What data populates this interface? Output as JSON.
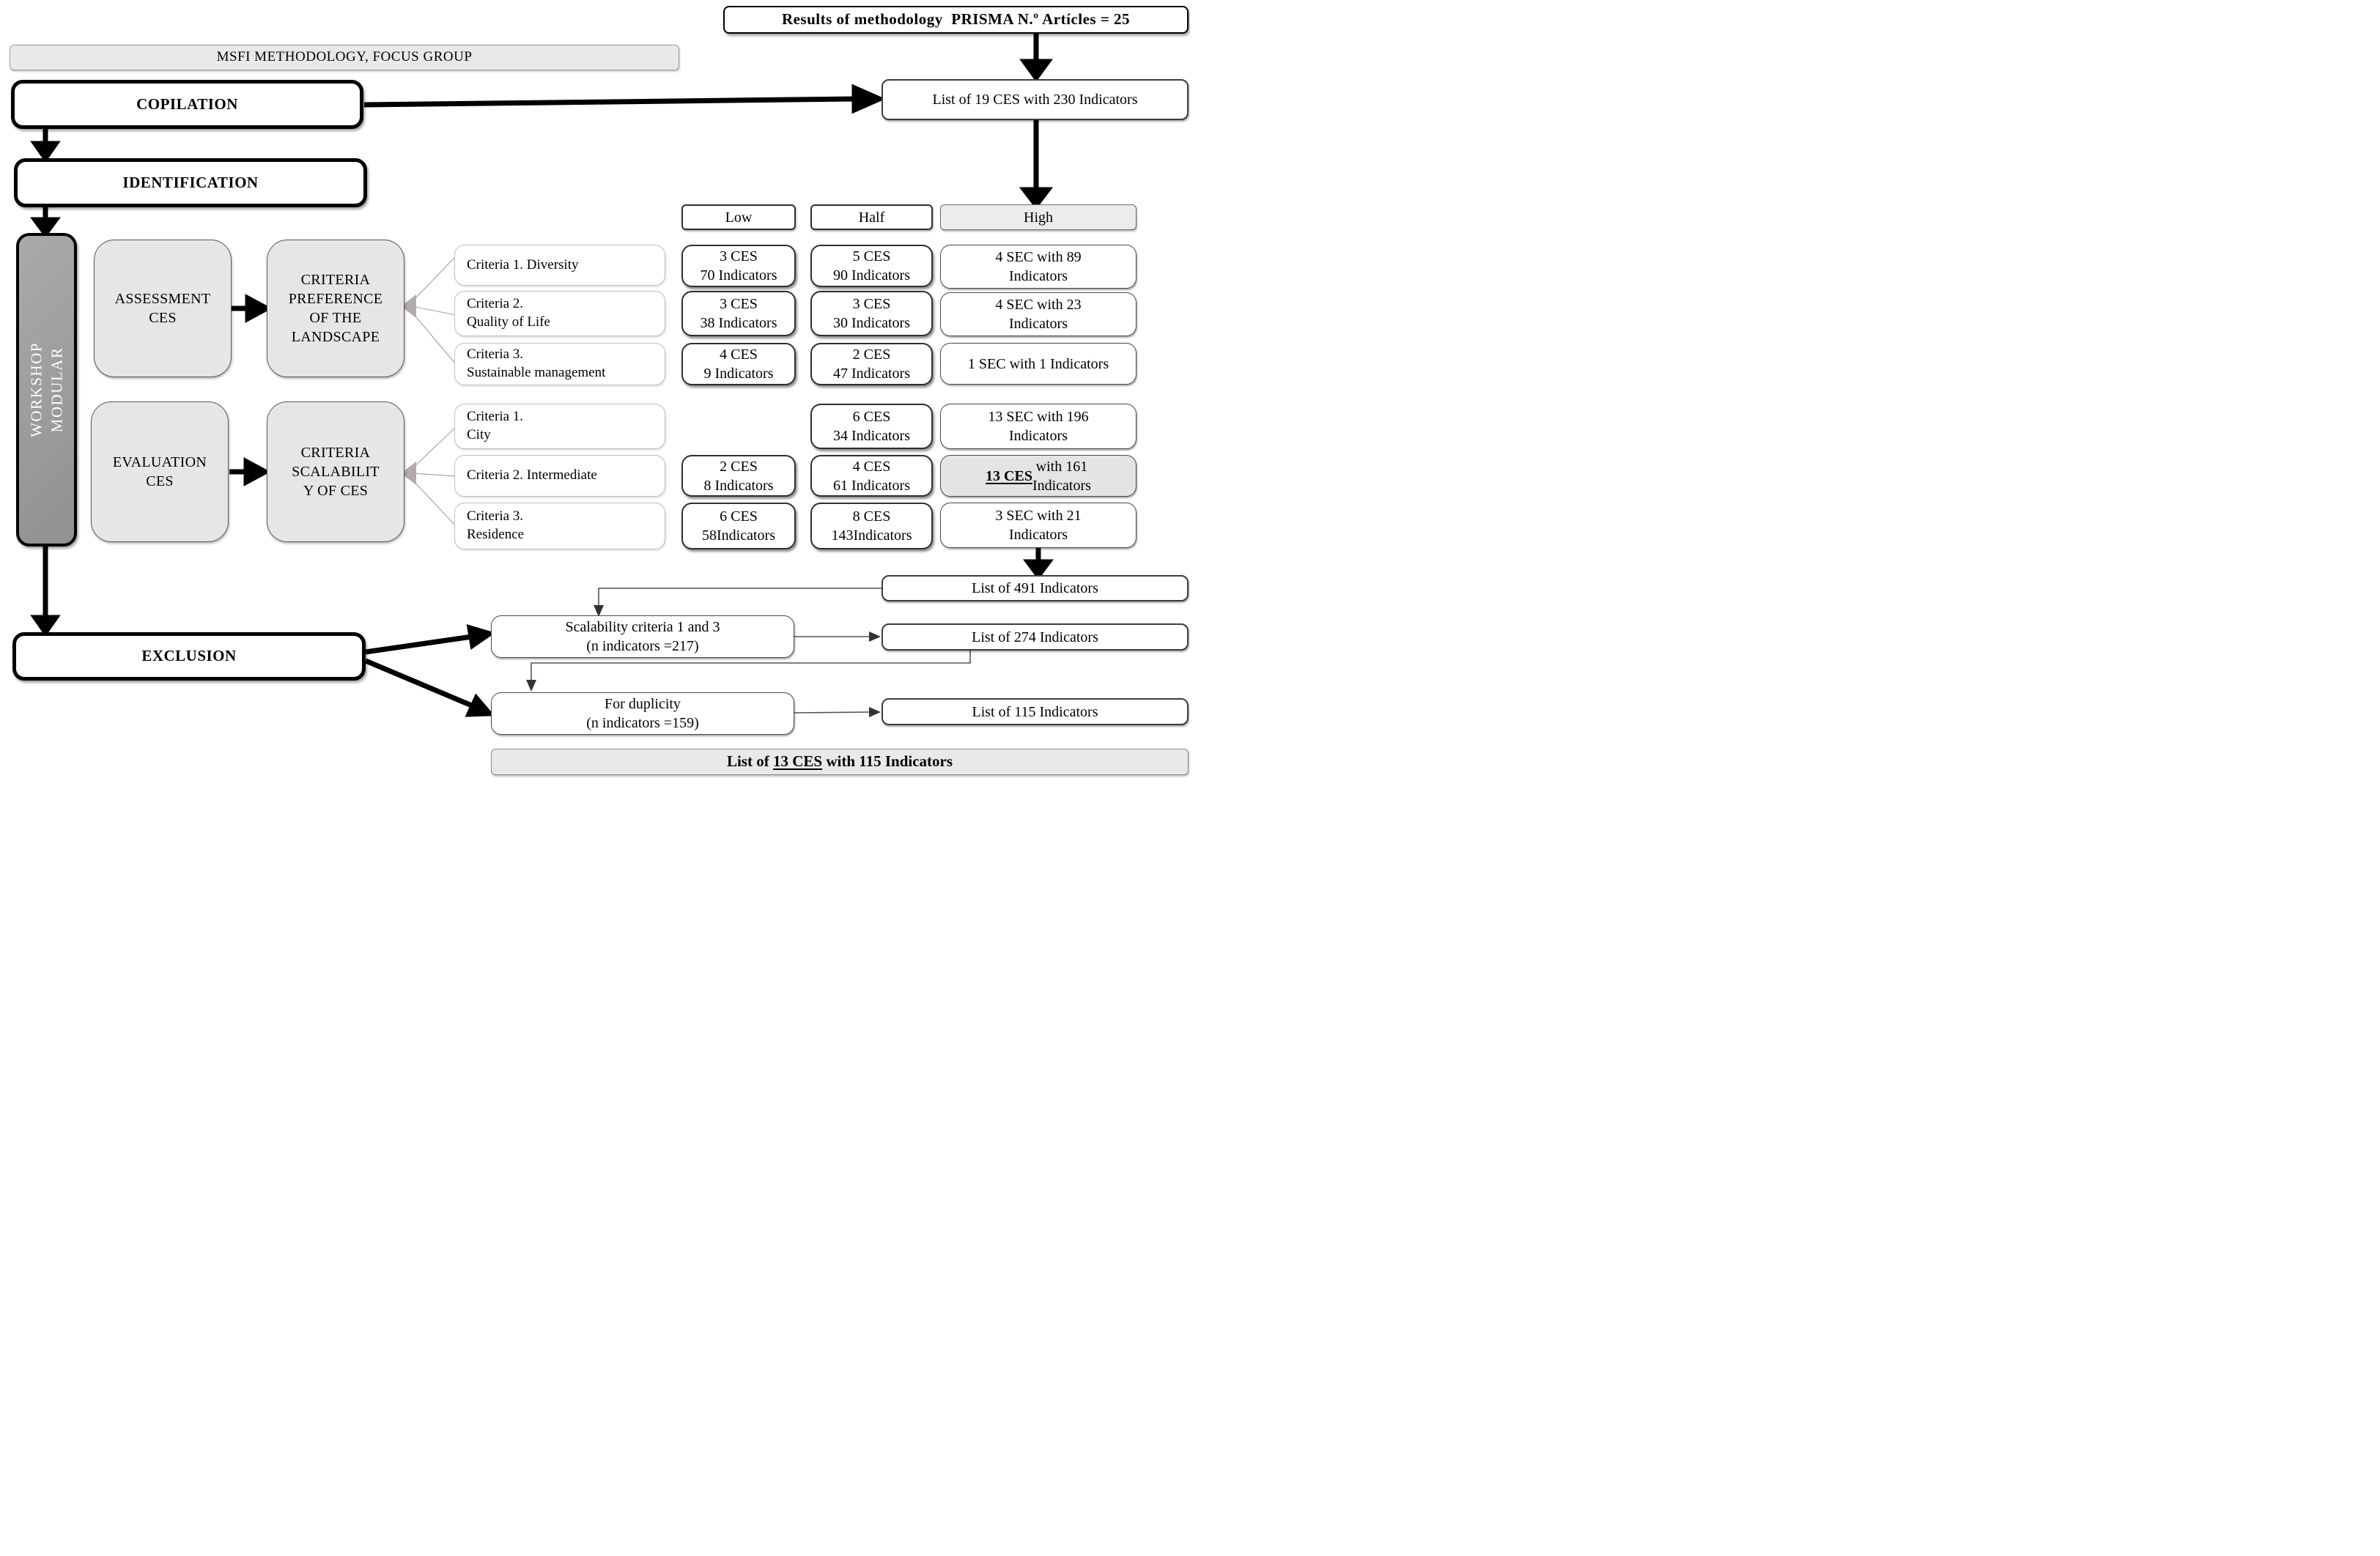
{
  "top": {
    "results": "Results of methodology  PRISMA N.º Artícles = 25"
  },
  "left_flow": {
    "msfi": "MSFI METHODOLOGY, FOCUS GROUP",
    "copilation": "COPILATION",
    "identification": "IDENTIFICATION",
    "workshop_modular": "WORKSHOP\nMODULAR",
    "exclusion": "EXCLUSION"
  },
  "modules": {
    "assessment": "ASSESSMENT\nCES",
    "criteria_preference": "CRITERIA\nPREFERENCE\nOF THE\nLANDSCAPE",
    "evaluation": "EVALUATION\nCES",
    "criteria_scalability": "CRITERIA\nSCALABILIT\nY OF CES"
  },
  "column_headers": {
    "low": "Low",
    "half": "Half",
    "high": "High"
  },
  "preference_rows": {
    "r1": {
      "criteria": "Criteria 1. Diversity",
      "low": "3 CES\n70 Indicators",
      "half": "5 CES\n90 Indicators",
      "high": "4 SEC with 89\nIndicators"
    },
    "r2": {
      "criteria": "Criteria 2.\nQuality of Life",
      "low": "3 CES\n38 Indicators",
      "half": "3 CES\n30 Indicators",
      "high": "4 SEC with 23\nIndicators"
    },
    "r3": {
      "criteria": "Criteria 3.\nSustainable management",
      "low": "4 CES\n9 Indicators",
      "half": "2 CES\n47 Indicators",
      "high": "1 SEC with 1 Indicators"
    }
  },
  "scalability_rows": {
    "r1": {
      "criteria": "Criteria 1.\nCity",
      "half": "6 CES\n34 Indicators",
      "high": "13 SEC with 196\nIndicators"
    },
    "r2": {
      "criteria": "Criteria 2. Intermediate",
      "low": "2 CES\n8 Indicators",
      "half": "4 CES\n61 Indicators",
      "high_strong": "13 CES",
      "high_rest": " with 161\nIndicators"
    },
    "r3": {
      "criteria": "Criteria 3.\nResidence",
      "low": "6 CES\n58Indicators",
      "half": "8 CES\n143Indicators",
      "high": "3 SEC with 21\nIndicators"
    }
  },
  "right_flow": {
    "list19": "List of 19 CES with 230 Indicators",
    "list491": "List of 491 Indicators",
    "scalability_box": "Scalability criteria 1 and 3\n(n indicators =217)",
    "list274": "List of 274 Indicators",
    "duplicity_box": "For duplicity\n(n indicators =159)",
    "list115": "List of 115 Indicators",
    "final_pre": "List of ",
    "final_strong": "13 CES",
    "final_post": " with 115 Indicators"
  }
}
